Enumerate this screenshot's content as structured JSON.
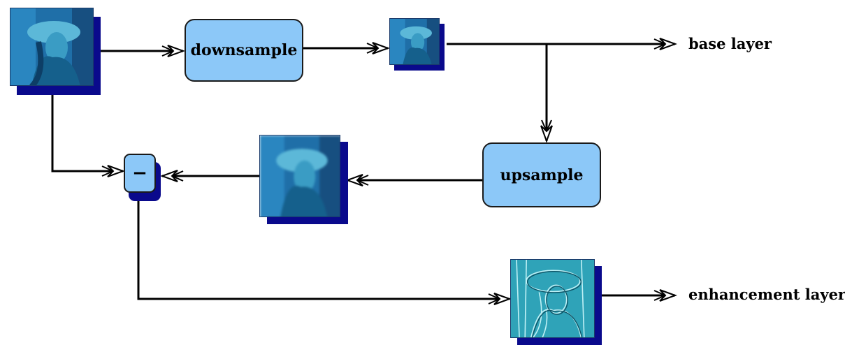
{
  "diagram": {
    "nodes": {
      "downsample": {
        "label": "downsample"
      },
      "upsample": {
        "label": "upsample"
      },
      "subtract": {
        "symbol": "−"
      }
    },
    "outputs": {
      "base": {
        "label": "base layer"
      },
      "enhancement": {
        "label": "enhancement layer"
      }
    },
    "images": [
      {
        "id": "original",
        "content": "portrait photo (Lena), blue tint"
      },
      {
        "id": "downsampled",
        "content": "small portrait photo"
      },
      {
        "id": "upsampled",
        "content": "blurred portrait photo"
      },
      {
        "id": "difference",
        "content": "embossed edge image"
      }
    ],
    "colors": {
      "box_fill": "#8cc8f8",
      "line": "#000000",
      "image_shadow": "#0a0a8c",
      "image_tint": "#1f6fa8",
      "emboss_tint": "#2fa3b8"
    }
  }
}
